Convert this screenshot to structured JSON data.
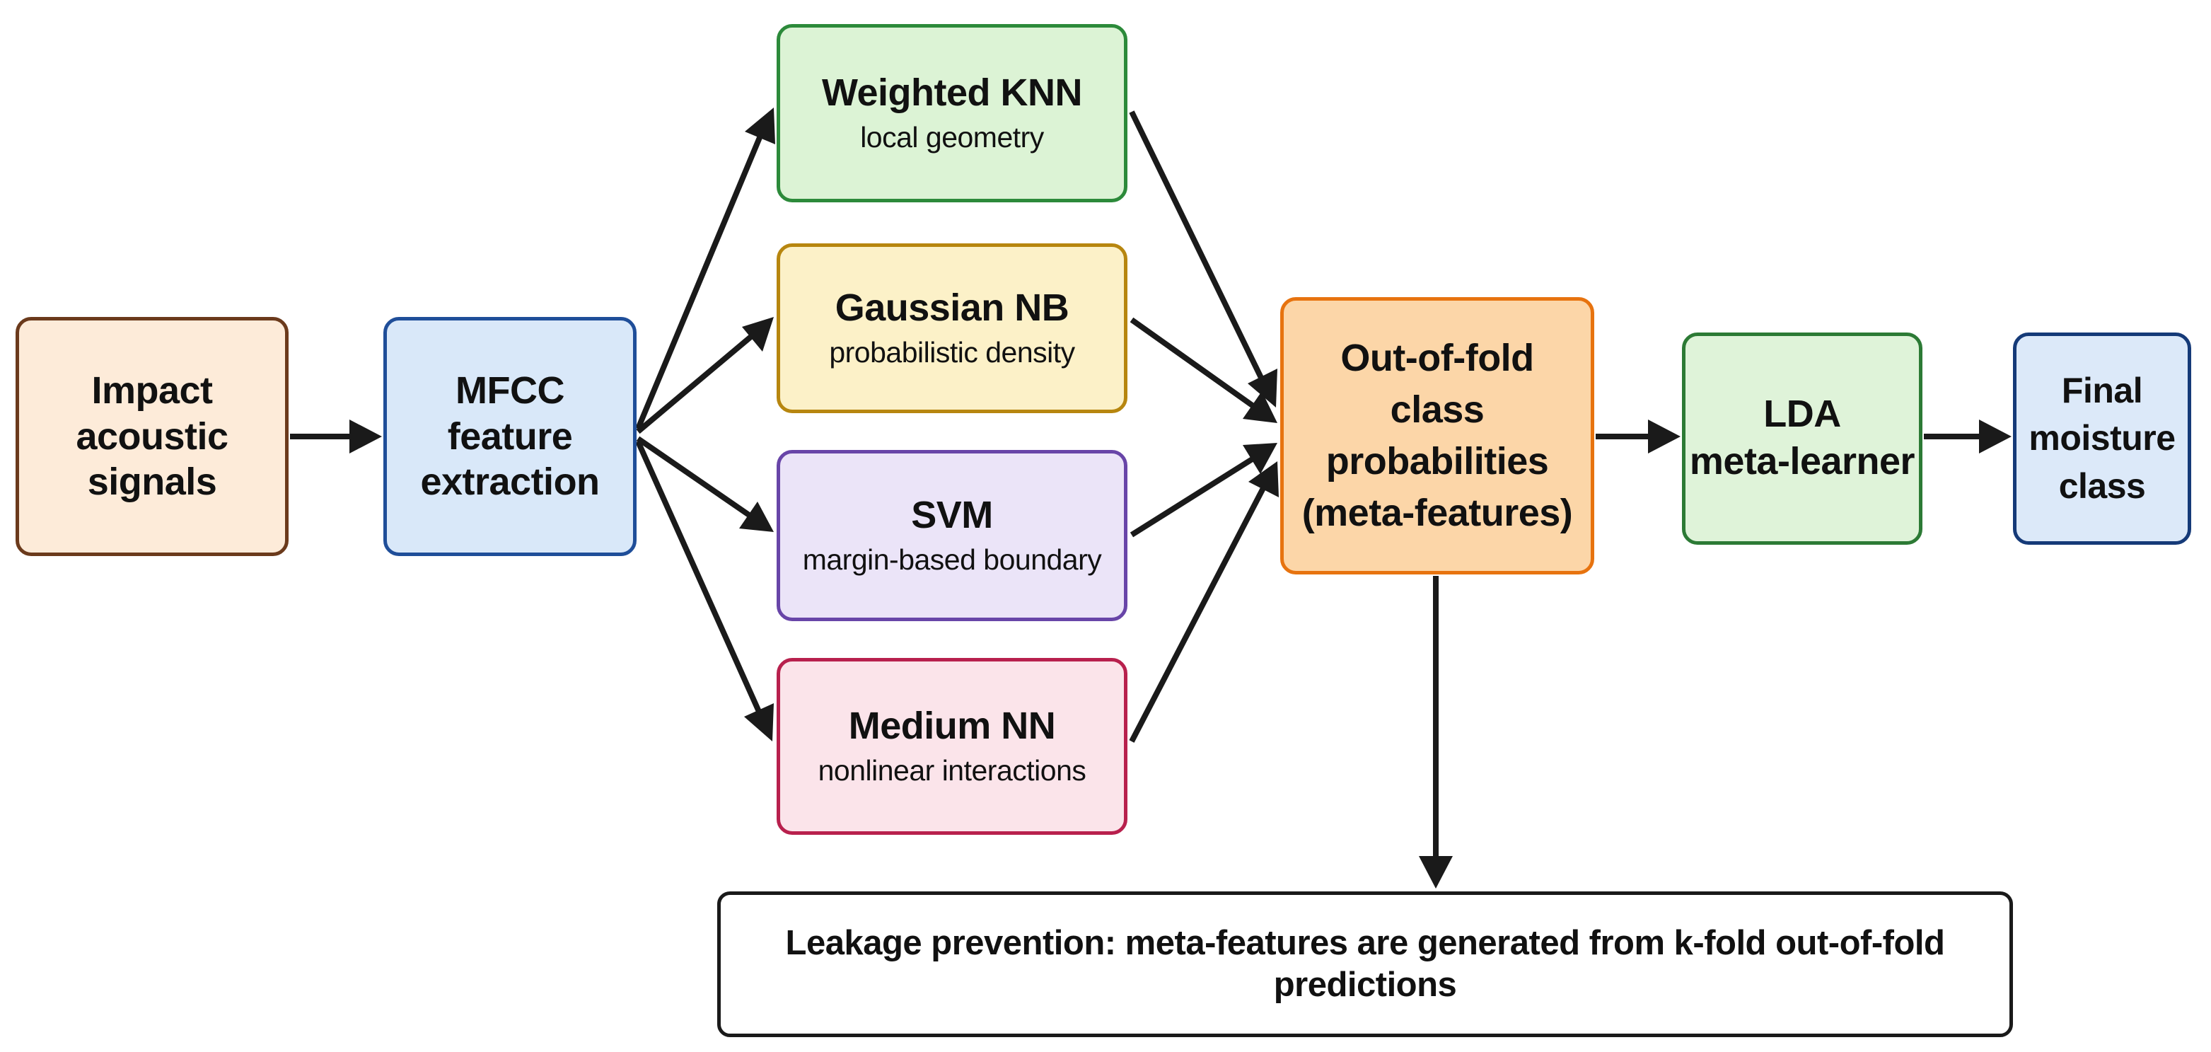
{
  "diagram": {
    "nodes": {
      "input": {
        "title": "Impact acoustic signals"
      },
      "mfcc": {
        "title": "MFCC feature extraction"
      },
      "knn": {
        "title": "Weighted KNN",
        "subtitle": "local geometry"
      },
      "gnb": {
        "title": "Gaussian NB",
        "subtitle": "probabilistic density"
      },
      "svm": {
        "title": "SVM",
        "subtitle": "margin-based boundary"
      },
      "nn": {
        "title": "Medium NN",
        "subtitle": "nonlinear interactions"
      },
      "oof": {
        "title": "Out-of-fold class probabilities (meta-features)"
      },
      "lda": {
        "title": "LDA",
        "subtitle": "meta-learner"
      },
      "final": {
        "title": "Final moisture class"
      },
      "leak": {
        "title": "Leakage prevention: meta-features are generated from k-fold out-of-fold predictions"
      }
    },
    "edges": [
      {
        "from": "input",
        "to": "mfcc"
      },
      {
        "from": "mfcc",
        "to": "knn"
      },
      {
        "from": "mfcc",
        "to": "gnb"
      },
      {
        "from": "mfcc",
        "to": "svm"
      },
      {
        "from": "mfcc",
        "to": "nn"
      },
      {
        "from": "knn",
        "to": "oof"
      },
      {
        "from": "gnb",
        "to": "oof"
      },
      {
        "from": "svm",
        "to": "oof"
      },
      {
        "from": "nn",
        "to": "oof"
      },
      {
        "from": "oof",
        "to": "lda"
      },
      {
        "from": "lda",
        "to": "final"
      },
      {
        "from": "oof",
        "to": "leak"
      }
    ],
    "colors": {
      "arrow": "#1a1a1a",
      "input_fill": "#fdebd9",
      "input_border": "#6b3a1c",
      "mfcc_fill": "#d9e8f9",
      "mfcc_border": "#1f4e99",
      "knn_fill": "#dcf3d5",
      "knn_border": "#2c8a3a",
      "gnb_fill": "#fcf1c8",
      "gnb_border": "#b7860f",
      "svm_fill": "#ebe4f8",
      "svm_border": "#6845a8",
      "nn_fill": "#fbe4ea",
      "nn_border": "#b8204d",
      "oof_fill": "#fcd6a8",
      "oof_border": "#e7730f",
      "lda_fill": "#dff3d9",
      "lda_border": "#2c7a35",
      "final_fill": "#dce9f9",
      "final_border": "#153a78",
      "leak_fill": "#ffffff",
      "leak_border": "#1a1a1a"
    }
  }
}
